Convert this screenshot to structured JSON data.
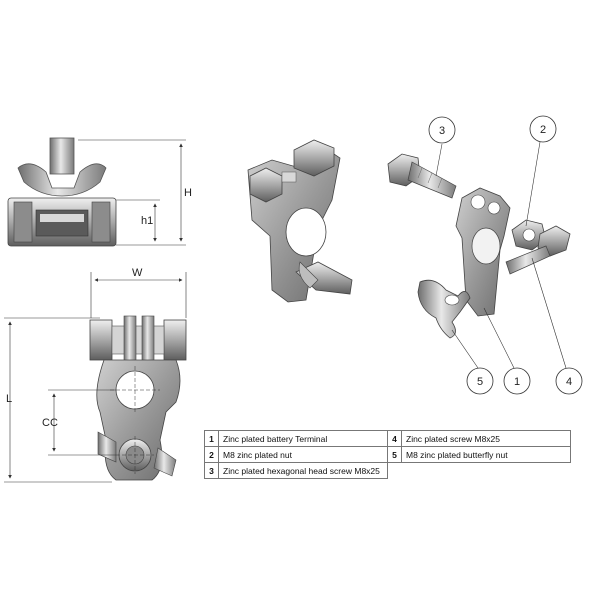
{
  "dimensions": {
    "H": "H",
    "h1": "h1",
    "W": "W",
    "L": "L",
    "CC": "CC"
  },
  "callouts": [
    "1",
    "2",
    "3",
    "4",
    "5"
  ],
  "parts": [
    {
      "num": "1",
      "desc": "Zinc plated battery Terminal"
    },
    {
      "num": "2",
      "desc": "M8 zinc plated nut"
    },
    {
      "num": "3",
      "desc": "Zinc plated hexagonal head screw M8x25"
    },
    {
      "num": "4",
      "desc": "Zinc plated screw M8x25"
    },
    {
      "num": "5",
      "desc": "M8 zinc plated butterfly  nut"
    }
  ],
  "colors": {
    "metal_light": "#e6e6e6",
    "metal_mid": "#a9a9a9",
    "metal_dark": "#6e6e6e",
    "line": "#333333"
  }
}
